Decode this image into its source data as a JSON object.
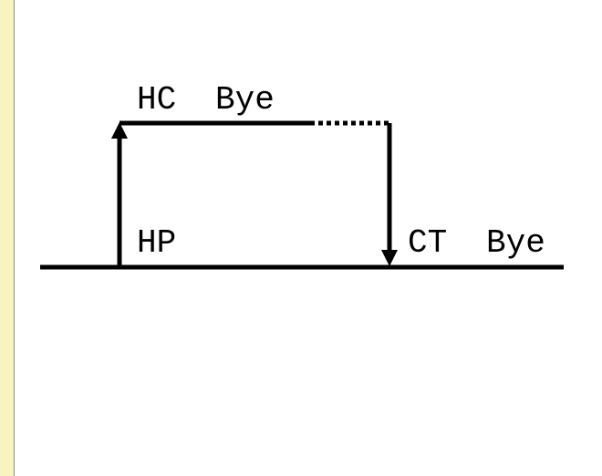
{
  "colors": {
    "sidebar": "#f7f4c1",
    "line": "#000000",
    "background": "#ffffff"
  },
  "labels": {
    "upper_left": "HC",
    "upper_right": "Bye",
    "lower_left": "HP",
    "lower_mid": "CT",
    "lower_right": "Bye"
  }
}
